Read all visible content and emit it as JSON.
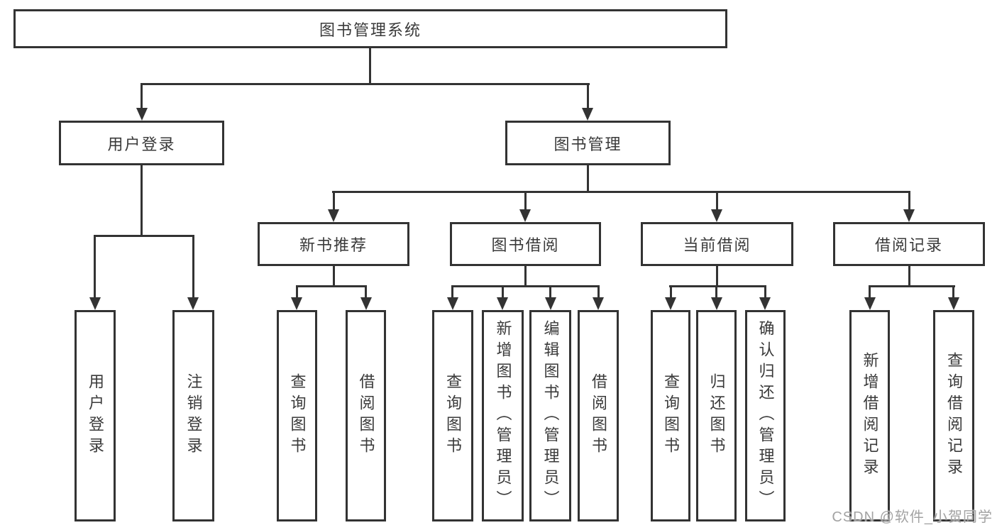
{
  "tree": {
    "root": {
      "label": "图书管理系统",
      "children": [
        {
          "label": "用户登录",
          "children": [
            {
              "label": "用户登录"
            },
            {
              "label": "注销登录"
            }
          ]
        },
        {
          "label": "图书管理",
          "children": [
            {
              "label": "新书推荐",
              "children": [
                {
                  "label": "查询图书"
                },
                {
                  "label": "借阅图书"
                }
              ]
            },
            {
              "label": "图书借阅",
              "children": [
                {
                  "label": "查询图书"
                },
                {
                  "label": "新增图书（管理员）"
                },
                {
                  "label": "编辑图书（管理员）"
                },
                {
                  "label": "借阅图书"
                }
              ]
            },
            {
              "label": "当前借阅",
              "children": [
                {
                  "label": "查询图书"
                },
                {
                  "label": "归还图书"
                },
                {
                  "label": "确认归还（管理员）"
                }
              ]
            },
            {
              "label": "借阅记录",
              "children": [
                {
                  "label": "新增借阅记录"
                },
                {
                  "label": "查询借阅记录"
                }
              ]
            }
          ]
        }
      ]
    }
  },
  "watermark": {
    "text": "CSDN @软件_小贺同学"
  },
  "colors": {
    "line": "#333333",
    "box_border": "#333333",
    "text": "#3a3a3a",
    "watermark": "#a3a3a3",
    "background": "#ffffff"
  }
}
